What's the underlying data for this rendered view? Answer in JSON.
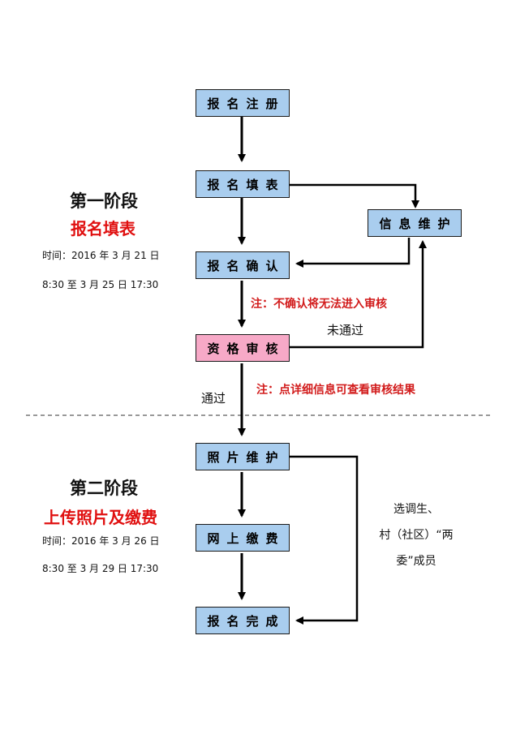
{
  "nodes": {
    "register": "报名注册",
    "fill_form": "报名填表",
    "info_maintain": "信息维护",
    "confirm": "报名确认",
    "review": "资格审核",
    "photo": "照片维护",
    "pay": "网上缴费",
    "done": "报名完成"
  },
  "stage1": {
    "title": "第一阶段",
    "subtitle": "报名填表",
    "time_line1": "时间：2016 年 3 月 21 日",
    "time_line2": "8:30 至 3 月 25 日 17:30"
  },
  "stage2": {
    "title": "第二阶段",
    "subtitle": "上传照片及缴费",
    "time_line1": "时间：2016 年 3 月 26 日",
    "time_line2": "8:30 至 3 月 29 日 17:30"
  },
  "notes": {
    "confirm_note": "注：不确认将无法进入审核",
    "review_note": "注：点详细信息可查看审核结果"
  },
  "edge_labels": {
    "not_passed": "未通过",
    "passed": "通过"
  },
  "side_note": {
    "line1": "选调生、",
    "line2": "村（社区）“两",
    "line3": "委”成员"
  },
  "colors": {
    "box_blue": "#a9cdee",
    "box_pink": "#f7a9c7",
    "note_red": "#d21c1c"
  }
}
